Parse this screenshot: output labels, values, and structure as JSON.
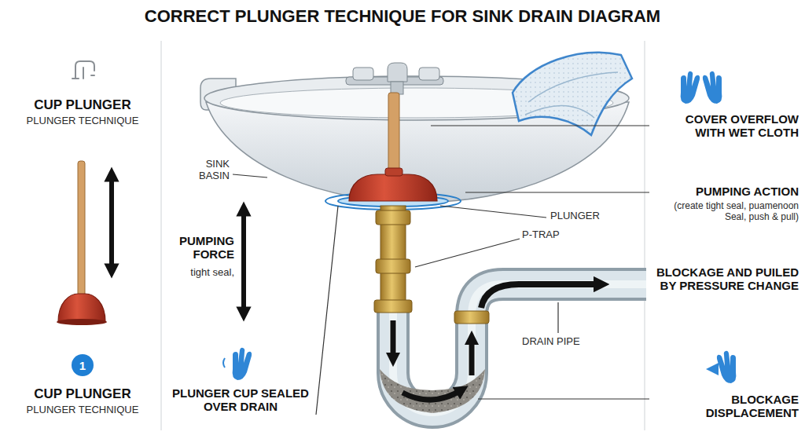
{
  "diagram": {
    "title": "CORRECT PLUNGER TECHNIQUE FOR SINK DRAIN DIAGRAM",
    "nodes": [
      {
        "text": [
          "1"
        ]
      }
    ],
    "labels": [
      "CUP PLUNGER",
      "PLUNGER TECHNIQUE",
      "SINK BASIN",
      "PUMPING FORCE",
      "tight seal,",
      "CUP PLUNGER",
      "PLUNGER TECHNIQUE",
      "PLUNGER CUP SEALED OVER DRAIN",
      "COVER OVERFLOW WITH WET CLOTH",
      "PUMPING ACTION",
      "(create tight seal, puamenoon Seal, push & pull)",
      "PLUNGER",
      "P-TRAP",
      "BLOCKAGE AND PUILED BY PRESSURE CHANGE",
      "DRAIN PIPE",
      "BLOCKAGE DISPLACEMENT"
    ]
  }
}
